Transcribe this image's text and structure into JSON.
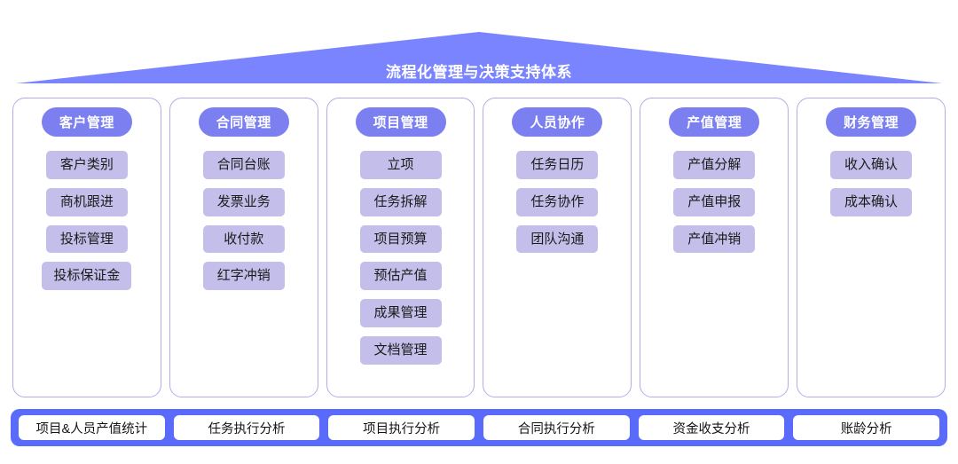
{
  "banner": {
    "title": "流程化管理与决策支持体系",
    "fill_color": "#7b84ff",
    "text_color": "#ffffff"
  },
  "theme": {
    "header_pill_color": "#7b7ff0",
    "item_tag_color": "#c4bfea",
    "card_border_color": "#b2adea",
    "bottom_bar_color": "#5a6bfb"
  },
  "columns": [
    {
      "header": "客户管理",
      "items": [
        "客户类别",
        "商机跟进",
        "投标管理",
        "投标保证金"
      ]
    },
    {
      "header": "合同管理",
      "items": [
        "合同台账",
        "发票业务",
        "收付款",
        "红字冲销"
      ]
    },
    {
      "header": "项目管理",
      "items": [
        "立项",
        "任务拆解",
        "项目预算",
        "预估产值",
        "成果管理",
        "文档管理"
      ]
    },
    {
      "header": "人员协作",
      "items": [
        "任务日历",
        "任务协作",
        "团队沟通"
      ]
    },
    {
      "header": "产值管理",
      "items": [
        "产值分解",
        "产值申报",
        "产值冲销"
      ]
    },
    {
      "header": "财务管理",
      "items": [
        "收入确认",
        "成本确认"
      ]
    }
  ],
  "bottom_bar": {
    "chips": [
      "项目&人员产值统计",
      "任务执行分析",
      "项目执行分析",
      "合同执行分析",
      "资金收支分析",
      "账龄分析"
    ]
  }
}
